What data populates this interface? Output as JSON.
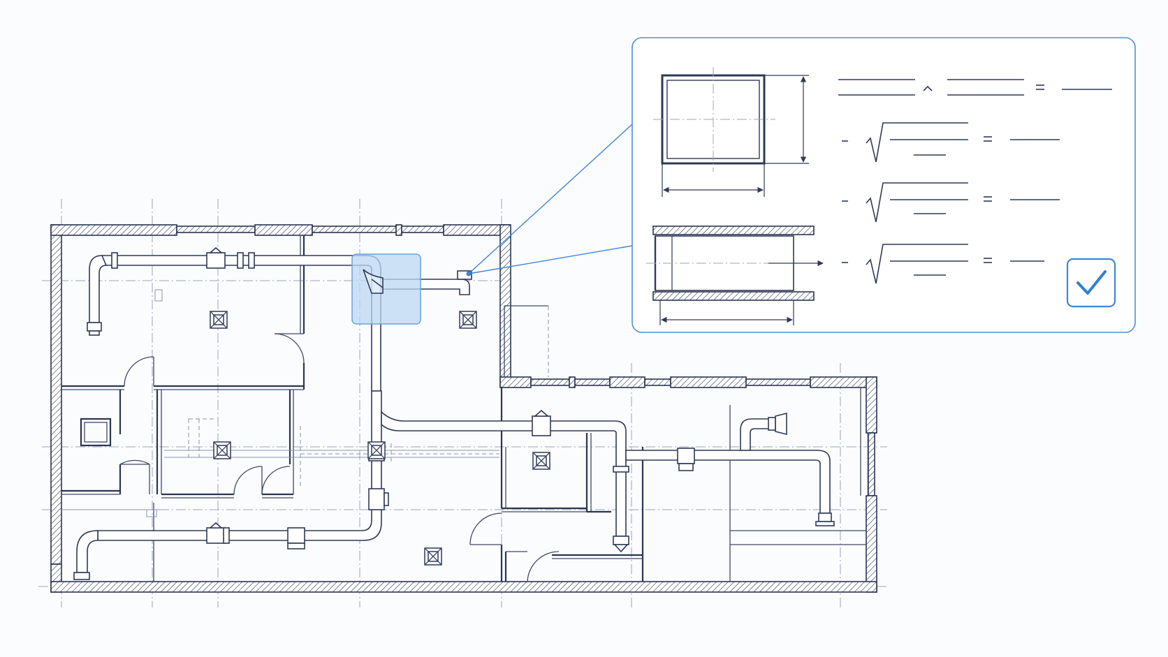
{
  "drawing": {
    "type": "hvac-duct-floor-plan",
    "symbols": [
      "pipe-elbow",
      "pipe-tee",
      "valve-fitting",
      "ceiling-diffuser",
      "door-swing"
    ],
    "highlight_color": "#bcd7f3",
    "accent_color": "#4f8fd6",
    "line_color": "#2d3957"
  },
  "callout": {
    "status": "verified",
    "status_icon": "checkmark-icon",
    "equation_rows": 4
  }
}
